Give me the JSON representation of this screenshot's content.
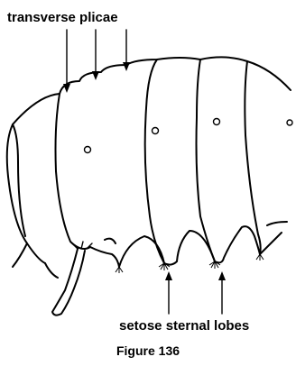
{
  "figure": {
    "top_label": "transverse plicae",
    "bottom_label": "setose sternal lobes",
    "caption": "Figure 136"
  }
}
